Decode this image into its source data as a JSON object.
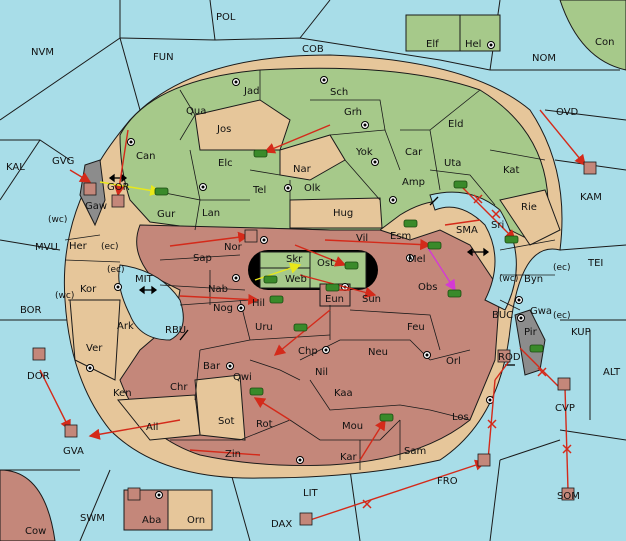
{
  "colors": {
    "sea": "#a8dde8",
    "north_land": "#a6c98a",
    "south_land": "#c4877a",
    "ring_land": "#e6c69a",
    "lake": "#a8dde8",
    "order_red": "#d42a1a",
    "order_yellow": "#e8e81a",
    "order_magenta": "#d43ad4",
    "unit_army": "#3a8a2a",
    "grey": "#8c8c8c"
  },
  "icons": {
    "army": "army-icon",
    "fleet": "fleet-icon",
    "supply_center": "supply-center-icon",
    "convoy_arrow": "double-arrow-icon",
    "cut_order": "x-mark-icon"
  },
  "sea_labels": {
    "pol": "POL",
    "nvm": "NVM",
    "fun": "FUN",
    "cob": "COB",
    "nom": "NOM",
    "con": "Con",
    "ovd": "OVD",
    "kal": "KAL",
    "kam": "KAM",
    "gvg": "GVG",
    "gor": "GOR",
    "mvu": "MVU",
    "bor": "BOR",
    "mit": "MIT",
    "rbu": "RBU",
    "sma": "SMA",
    "tei": "TEI",
    "kup": "KUP",
    "buc": "BUC",
    "rod": "ROD",
    "alt": "ALT",
    "dor": "DOR",
    "gva": "GVA",
    "lit": "LIT",
    "fro": "FRO",
    "som": "SOM",
    "swm": "SWM",
    "dax": "DAX",
    "cvp": "CVP",
    "cow": "Cow",
    "wc1": "(wc)",
    "ec1": "(ec)",
    "wc2": "(wc)",
    "ec2": "(ec)",
    "ec3": "(ec)",
    "wc3": "(wc)",
    "ec4": "(ec)"
  },
  "territories": {
    "elf": "Elf",
    "hel": "Hel",
    "jad": "Jad",
    "sch": "Sch",
    "qua": "Qua",
    "jos": "Jos",
    "grh": "Grh",
    "can": "Can",
    "yok": "Yok",
    "eld": "Eld",
    "car": "Car",
    "elc": "Elc",
    "nar": "Nar",
    "uta": "Uta",
    "kat": "Kat",
    "amp": "Amp",
    "tel": "Tel",
    "olk": "Olk",
    "gaw": "Gaw",
    "gur": "Gur",
    "lan": "Lan",
    "hug": "Hug",
    "rie": "Rie",
    "her": "Her",
    "nor": "Nor",
    "vil": "Vil",
    "esm": "Esm",
    "sri": "Sri",
    "sap": "Sap",
    "skr": "Skr",
    "ost": "Ost",
    "mel": "Mel",
    "byn": "Byn",
    "web": "Web",
    "kor": "Kor",
    "nab": "Nab",
    "hil": "Hil",
    "sun": "Sun",
    "obs": "Obs",
    "eun": "Eun",
    "gwa": "Gwa",
    "nog": "Nog",
    "pir": "Pir",
    "ark": "Ark",
    "uru": "Uru",
    "feu": "Feu",
    "chp": "Chp",
    "neu": "Neu",
    "ver": "Ver",
    "bar": "Bar",
    "orl": "Orl",
    "nil": "Nil",
    "qwi": "Qwi",
    "ken": "Ken",
    "chr": "Chr",
    "kaa": "Kaa",
    "sot": "Sot",
    "rot": "Rot",
    "los": "Los",
    "ail": "Ail",
    "mou": "Mou",
    "sam": "Sam",
    "kar": "Kar",
    "zin": "Zin",
    "aba": "Aba",
    "orn": "Orn"
  }
}
